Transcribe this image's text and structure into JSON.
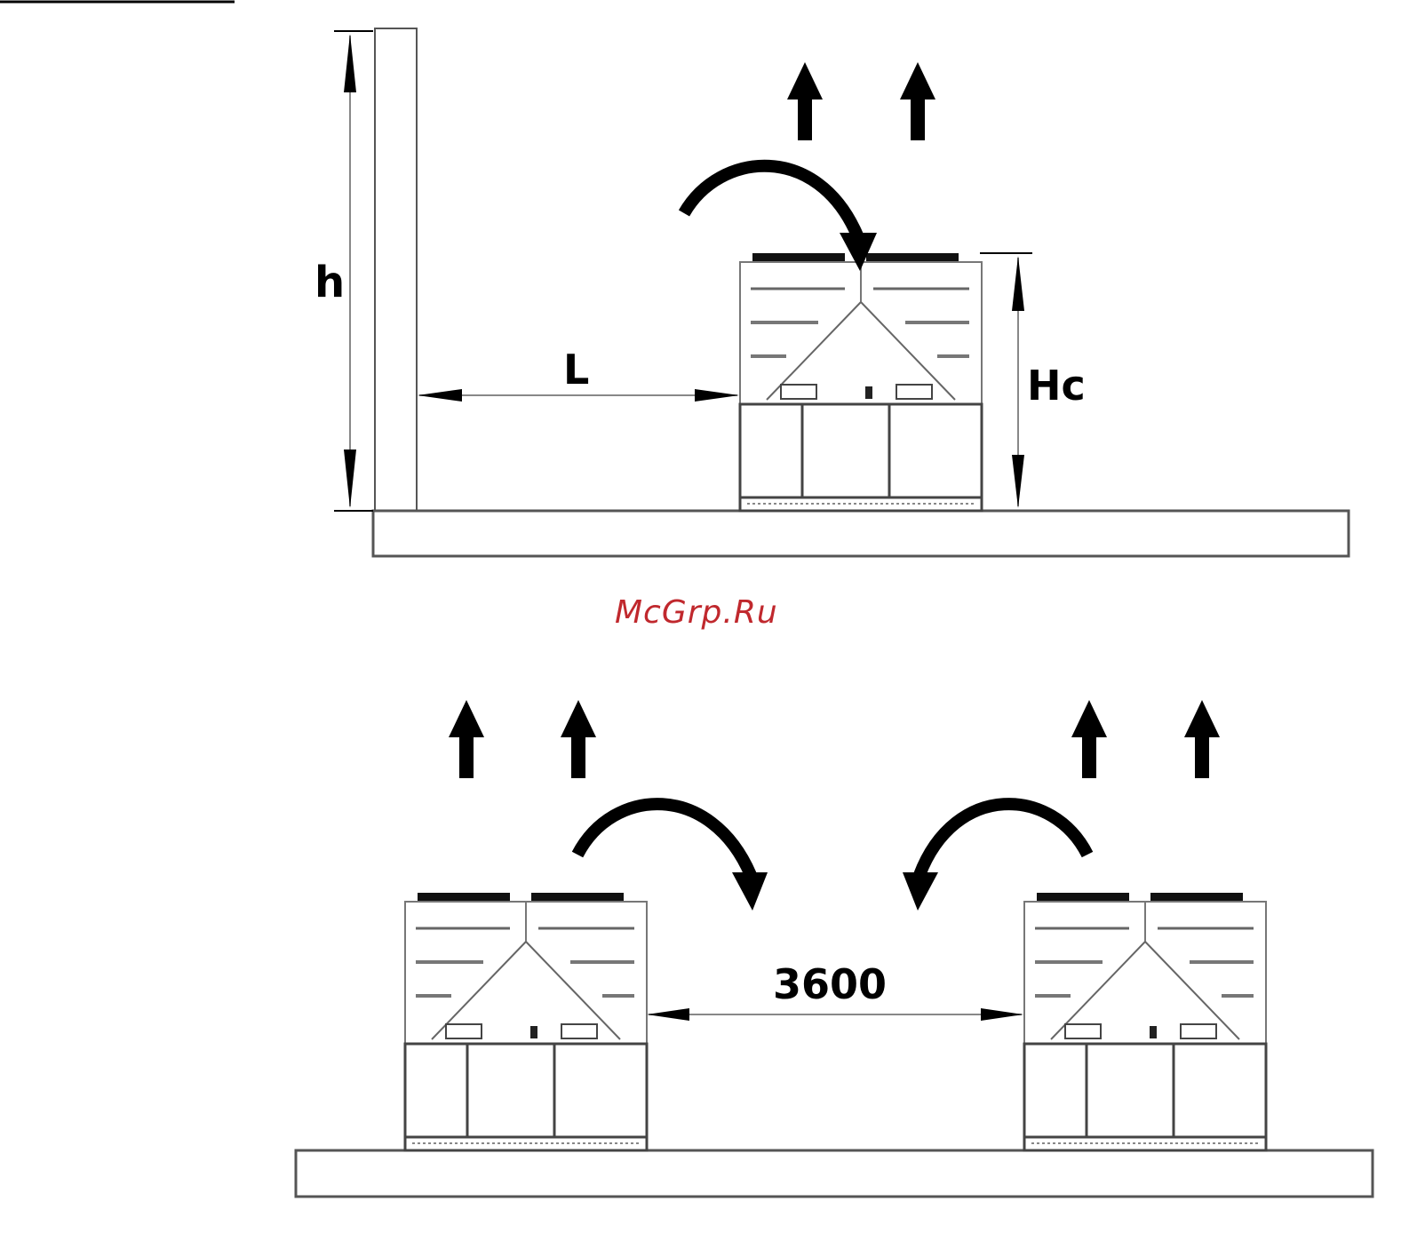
{
  "diagram": {
    "top": {
      "label_h": "h",
      "label_L": "L",
      "label_Hc": "Hc"
    },
    "bottom": {
      "distance_label": "3600"
    }
  },
  "watermark": {
    "text": "McGrp.Ru",
    "color": "#c0282d"
  },
  "colors": {
    "ink": "#000000",
    "outline": "#555555",
    "grille": "#666666"
  }
}
